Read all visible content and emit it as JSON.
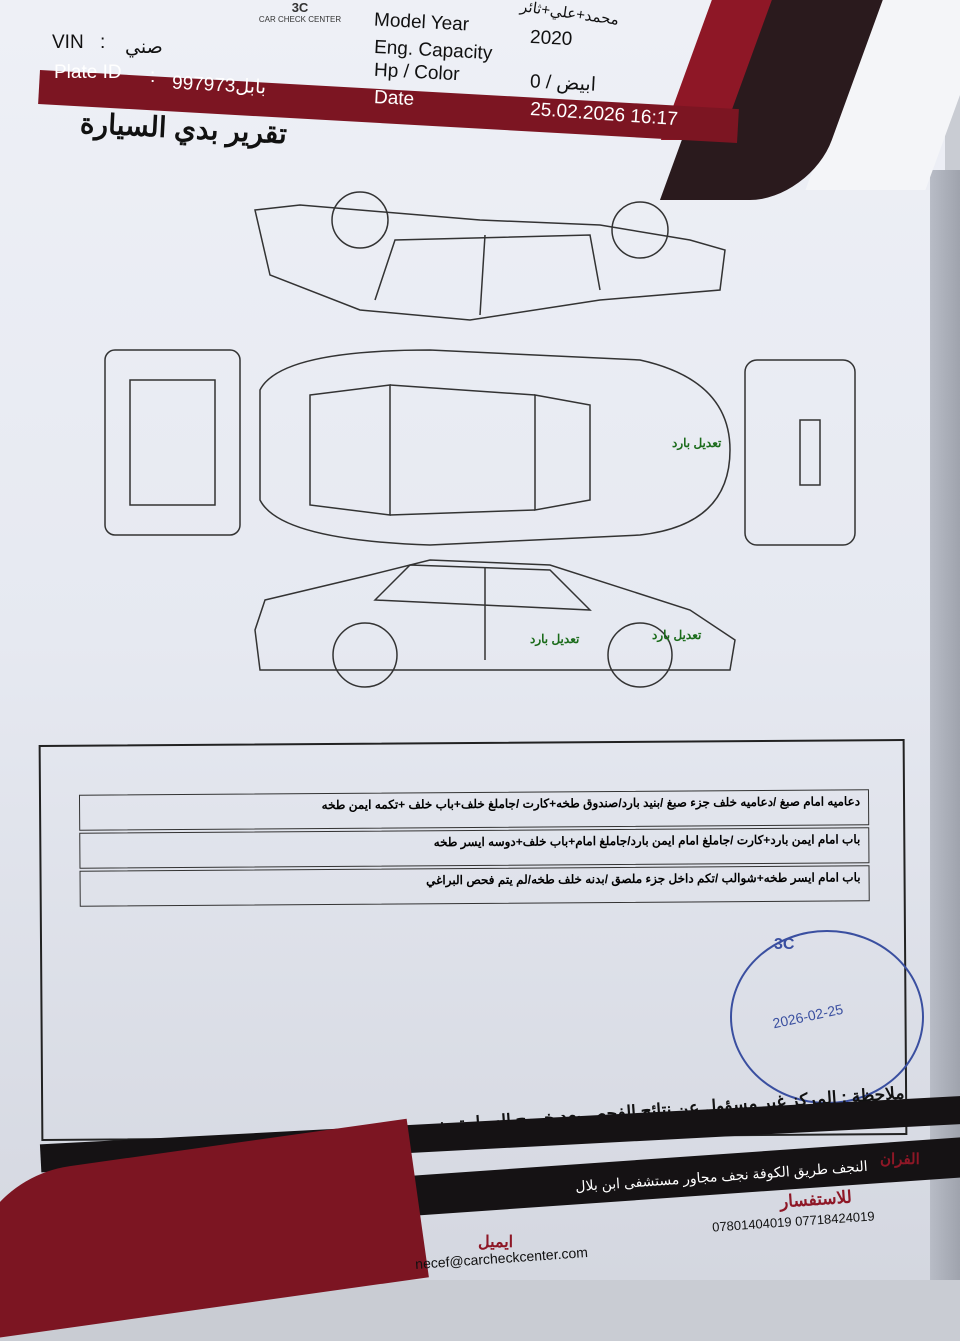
{
  "header": {
    "logo_mark": "3C",
    "logo_sub": "CAR CHECK CENTER",
    "fields": {
      "vin_label": "VIN",
      "vin_value": "صني",
      "plate_label": "Plate ID",
      "plate_value": "997973بابل",
      "owner_value": "محمد+علي+ثائر",
      "model_year_label": "Model Year",
      "model_year_value": "2020",
      "eng_capacity_label": "Eng. Capacity",
      "eng_capacity_value": "",
      "hp_color_label": "Hp / Color",
      "hp_color_value": "ابيض / 0",
      "date_label": "Date",
      "date_value": "25.02.2026 16:17"
    },
    "colors": {
      "band": "#7c1522",
      "swoosh": "#2a1a1d"
    }
  },
  "title": "تقرير بدي السيارة",
  "diagram_notes": [
    "تعديل بارد",
    "تعديل بارد",
    "تعديل بارد"
  ],
  "findings": [
    "دعاميه امام صبغ /دعاميه خلف جزء صبغ /بنيد بارد/صندوق طخه+كارت /جاملغ خلف+باب خلف +تكمه ايمن طخه",
    "باب امام ايمن بارد+كارت /جاملغ امام ايمن بارد/جاملغ امام+باب خلف+دوسه ايسر طخه",
    "باب امام ايسر طخه+شوالب /تكم داخل جزء ملصق /بدنه خلف طخه/لم يتم فحص البراغي"
  ],
  "stamp": {
    "mark": "3C",
    "date": "2026-02-25"
  },
  "footer": {
    "note": "ملاحظة : المركز غير مسؤول عن نتائج الفحص بعد خروج السيارة منه",
    "branch_label": "الفران",
    "address": "النجف طريق الكوفة نجف مجاور مستشفى ابن بلال",
    "inquiry_label": "للاستفسار",
    "phones": "07801404019 07718424019",
    "email_label": "ايميل",
    "email": "necef@carcheckcenter.com"
  }
}
